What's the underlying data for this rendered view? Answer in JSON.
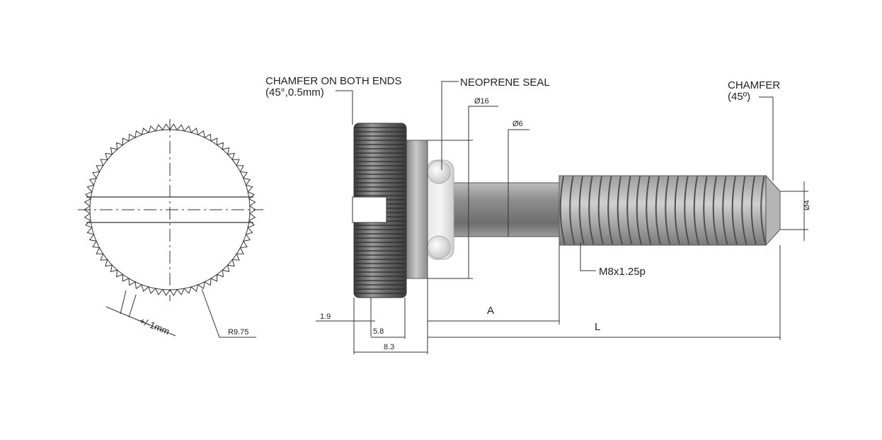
{
  "labels": {
    "chamfer_both_ends_line1": "CHAMFER ON BOTH ENDS",
    "chamfer_both_ends_line2": "(45°,0.5mm)",
    "neoprene_seal": "NEOPRENE SEAL",
    "chamfer_tip_line1": "CHAMFER",
    "chamfer_tip_line2": "(45º)",
    "thread_callout": "M8x1.25p",
    "dia_16": "Ø16",
    "dia_6": "Ø6",
    "dia_4": "Ø4",
    "radius": "R9.75",
    "tolerance": "+/-1mm",
    "dim_1_9": "1.9",
    "dim_5_8": "5.8",
    "dim_8_3": "8.3",
    "dim_a": "A",
    "dim_l": "L"
  },
  "colors": {
    "metal_dark": "#4a4a4a",
    "metal_mid": "#8c8c8c",
    "metal_light": "#d9d9d9",
    "line": "#333333"
  }
}
